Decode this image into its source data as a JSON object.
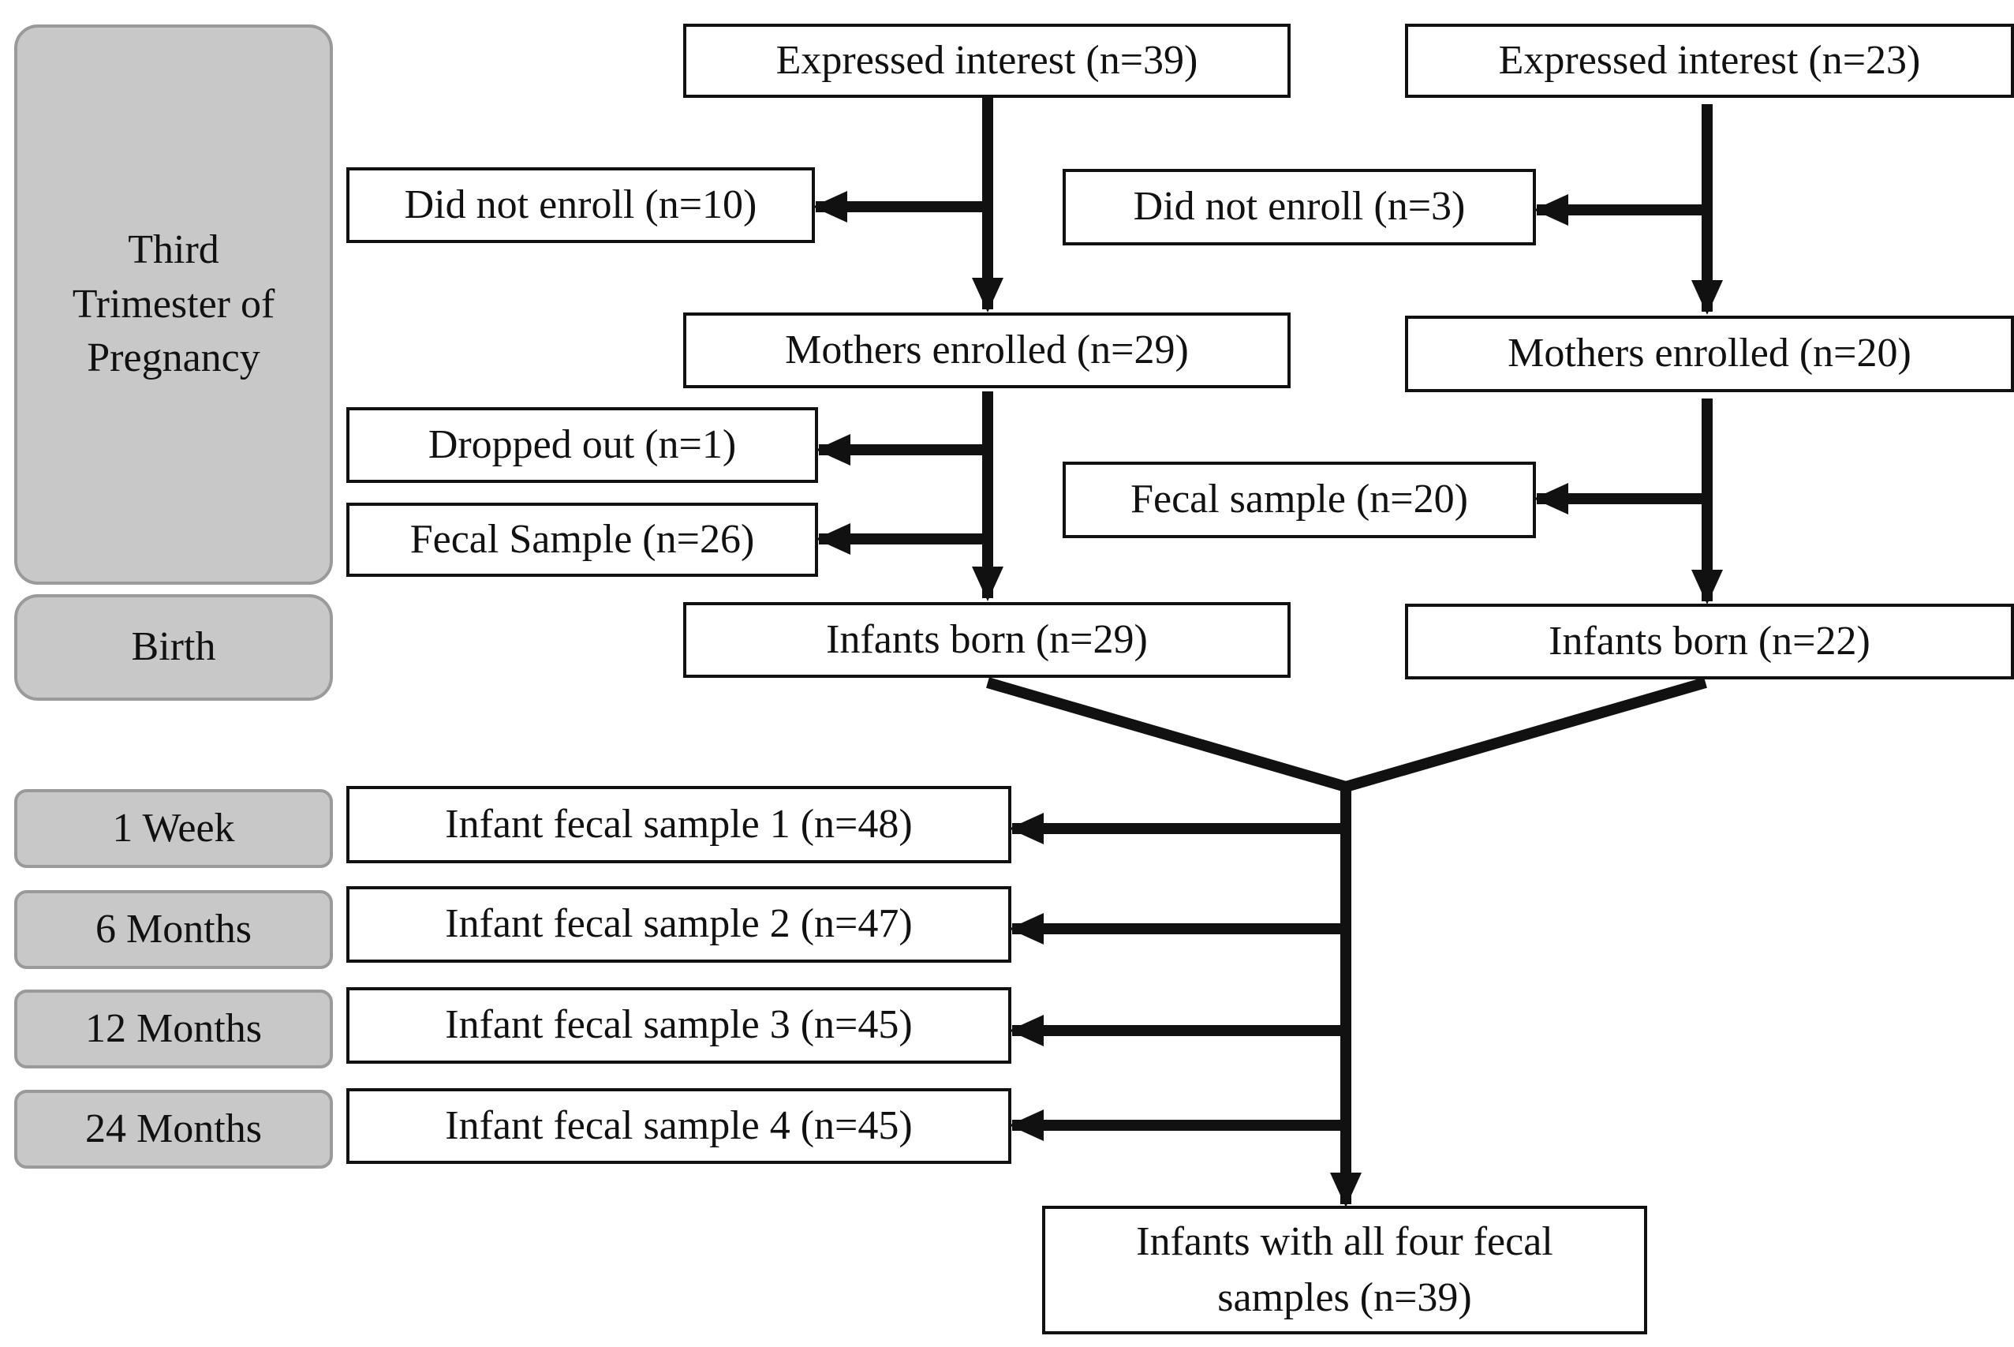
{
  "phases": {
    "third_trimester": [
      "Third",
      "Trimester of",
      "Pregnancy"
    ],
    "birth": "Birth",
    "week1": "1 Week",
    "months6": "6 Months",
    "months12": "12 Months",
    "months24": "24 Months"
  },
  "cohort_a": {
    "expressed_interest": "Expressed interest (n=39)",
    "did_not_enroll": "Did not enroll (n=10)",
    "mothers_enrolled": "Mothers enrolled (n=29)",
    "dropped_out": "Dropped out (n=1)",
    "fecal_sample": "Fecal Sample (n=26)",
    "infants_born": "Infants born (n=29)"
  },
  "cohort_b": {
    "expressed_interest": "Expressed interest (n=23)",
    "did_not_enroll": "Did not enroll (n=3)",
    "mothers_enrolled": "Mothers enrolled (n=20)",
    "fecal_sample": "Fecal sample (n=20)",
    "infants_born": "Infants born (n=22)"
  },
  "infant_samples": {
    "sample1": "Infant fecal sample 1 (n=48)",
    "sample2": "Infant fecal sample 2 (n=47)",
    "sample3": "Infant fecal sample 3 (n=45)",
    "sample4": "Infant fecal sample 4 (n=45)"
  },
  "final": "Infants with all four fecal samples (n=39)",
  "colors": {
    "phase_fill": "#c8c8c8",
    "phase_border": "#9a9a9a",
    "line": "#111111"
  }
}
